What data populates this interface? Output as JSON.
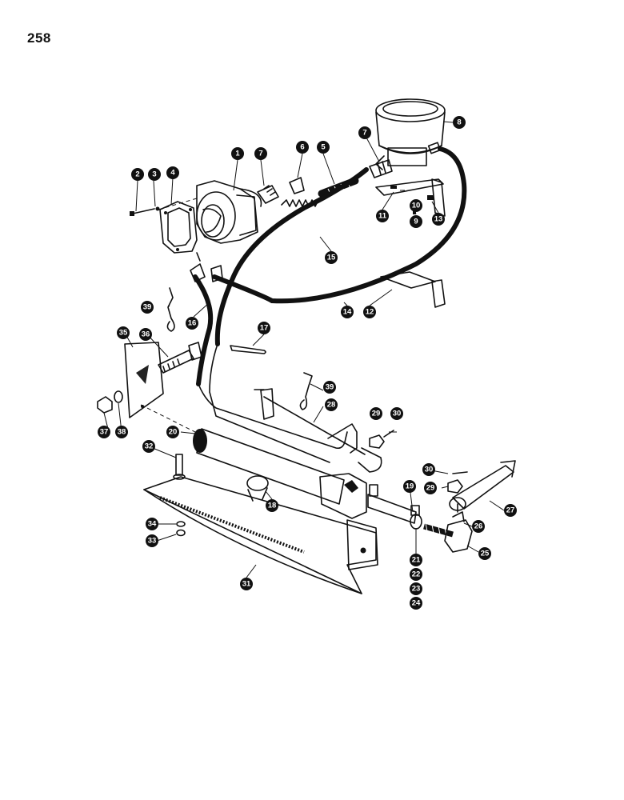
{
  "page": {
    "number": "258"
  },
  "callouts": [
    "1",
    "2",
    "3",
    "4",
    "5",
    "6",
    "7",
    "7",
    "8",
    "9",
    "10",
    "11",
    "12",
    "13",
    "14",
    "15",
    "16",
    "17",
    "18",
    "19",
    "20",
    "21",
    "22",
    "23",
    "24",
    "25",
    "26",
    "27",
    "28",
    "29",
    "29",
    "30",
    "30",
    "31",
    "32",
    "33",
    "34",
    "35",
    "36",
    "37",
    "38",
    "39",
    "39"
  ]
}
